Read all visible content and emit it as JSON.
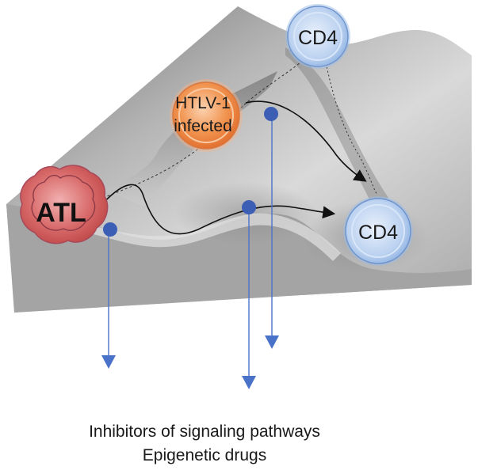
{
  "cells": {
    "cd4_top": {
      "label": "CD4"
    },
    "htlv": {
      "label_line1": "HTLV-1",
      "label_line2": "infected"
    },
    "atl": {
      "label": "ATL"
    },
    "cd4_right": {
      "label": "CD4"
    }
  },
  "caption": {
    "line1": "Inhibitors of signaling pathways",
    "line2": "Epigenetic drugs"
  },
  "colors": {
    "arrow_blue": "#4a72c9",
    "surface_gray": "#9a9a9a",
    "cd4_fill": "#c9dcf4",
    "htlv_fill": "#f08a45",
    "atl_fill": "#d56464"
  }
}
